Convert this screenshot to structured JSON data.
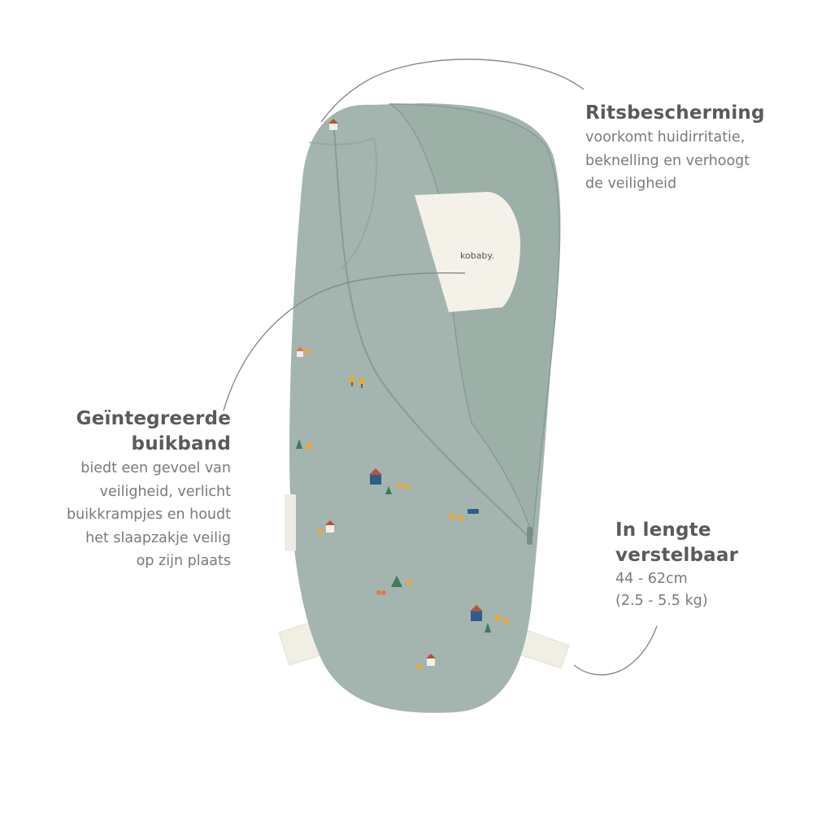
{
  "features": {
    "zipper": {
      "title": "Ritsbescherming",
      "lines": [
        "voorkomt huidirritatie,",
        "beknelling en verhoogt",
        "de veiligheid"
      ]
    },
    "bellyband": {
      "title_lines": [
        "Geïntegreerde",
        "buikband"
      ],
      "lines": [
        "biedt een gevoel van",
        "veiligheid, verlicht",
        "buikkrampjes en houdt",
        "het slaapzakje veilig",
        "op zijn plaats"
      ]
    },
    "length": {
      "title_lines": [
        "In lengte",
        "verstelbaar"
      ],
      "lines": [
        "44 - 62cm",
        "(2.5 - 5.5 kg)"
      ]
    }
  },
  "product": {
    "label_text": "kobaby."
  },
  "colors": {
    "sack": "#a3b5ae",
    "sack_shadow": "#8fa39b",
    "flap": "#9db0a8",
    "strap": "#f1efe3",
    "tag": "#f4f1e8",
    "callout_line": "#8a8a8a"
  }
}
